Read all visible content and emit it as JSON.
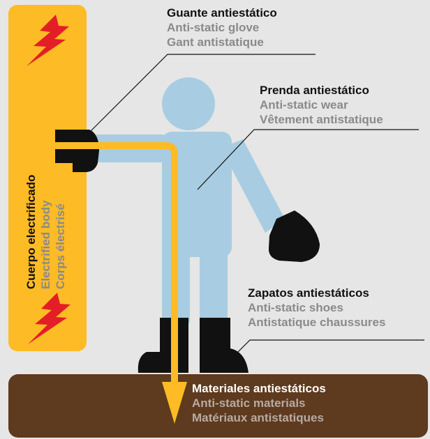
{
  "colors": {
    "background": "#e6e6e6",
    "electrified_panel": "#fdbb25",
    "figure": "#a8cde2",
    "ground": "#5e3a1e",
    "current_arrow": "#fdbb25",
    "lightning": "#e41e26",
    "glove_and_shoes": "#111111",
    "secondary_text": "#8a8a8a"
  },
  "labels": {
    "glove": {
      "es": "Guante antiestático",
      "en": "Anti-static glove",
      "fr": "Gant antistatique"
    },
    "wear": {
      "es": "Prenda antiestático",
      "en": "Anti-static wear",
      "fr": "Vêtement antistatique"
    },
    "shoes": {
      "es": "Zapatos antiestáticos",
      "en": "Anti-static shoes",
      "fr": "Antistatique chaussures"
    },
    "materials": {
      "es": "Materiales antiestáticos",
      "en": "Anti-static materials",
      "fr": "Matériaux antistatiques"
    },
    "body": {
      "es": "Cuerpo electrificado",
      "en": "Electrified body",
      "fr": "Corps électrisé"
    }
  },
  "icons": [
    "lightning-bolt-icon",
    "lightning-bolt-icon"
  ]
}
